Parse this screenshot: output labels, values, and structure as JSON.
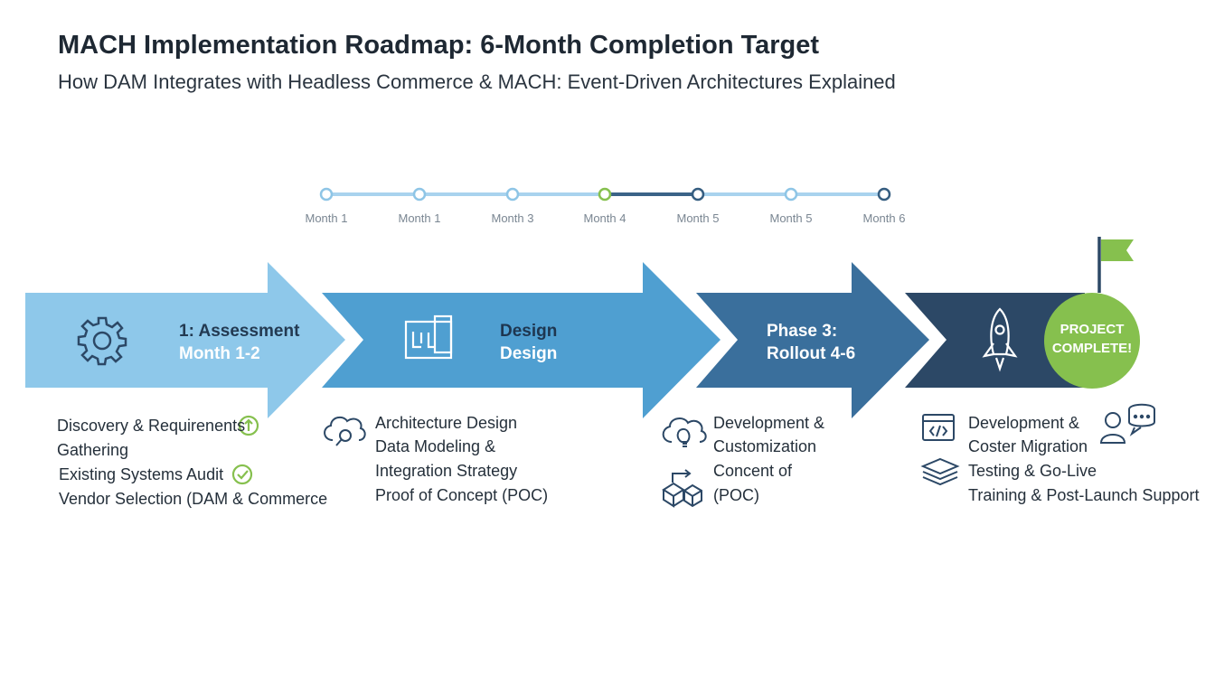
{
  "header": {
    "title": "MACH Implementation Roadmap: 6-Month Completion Target",
    "subtitle": "How DAM Integrates with Headless Commerce & MACH: Event-Driven Architectures Explained"
  },
  "timeline": {
    "labels": [
      "Month 1",
      "Month 1",
      "Month 3",
      "Month 4",
      "Month 5",
      "Month 5",
      "Month 6"
    ],
    "colors": {
      "light": "#8ec5e6",
      "current": "#86c04e",
      "dark": "#355d80"
    }
  },
  "phases": [
    {
      "line1": "1:  Assessment",
      "line2": "Month 1-2",
      "color": "#8ec8ea"
    },
    {
      "line1": "Design",
      "line2": "Design",
      "color": "#4f9fd1"
    },
    {
      "line1": "Phase 3:",
      "line2": "Rollout 4-6",
      "color": "#3a6f9c"
    },
    {
      "line1": "",
      "line2": "",
      "color": "#2c4866"
    }
  ],
  "lists": {
    "assessment": [
      "Discovery & Requirenents",
      "Gathering",
      "Existing Systems Audit",
      "Vendor Selection (DAM & Commerce"
    ],
    "design": [
      "Architecture Design",
      "Data Modeling &",
      "Integration Strategy",
      "Proof of Concept (POC)"
    ],
    "rollout": [
      "Development &",
      "Customization",
      "Concent of",
      "(POC)"
    ],
    "final": [
      "Development &",
      "Coster Migration",
      "Testing & Go-Live",
      "Training & Post-Launch Support"
    ]
  },
  "completion": {
    "line1": "PROJECT",
    "line2": "COMPLETE!",
    "color": "#86c04e"
  }
}
